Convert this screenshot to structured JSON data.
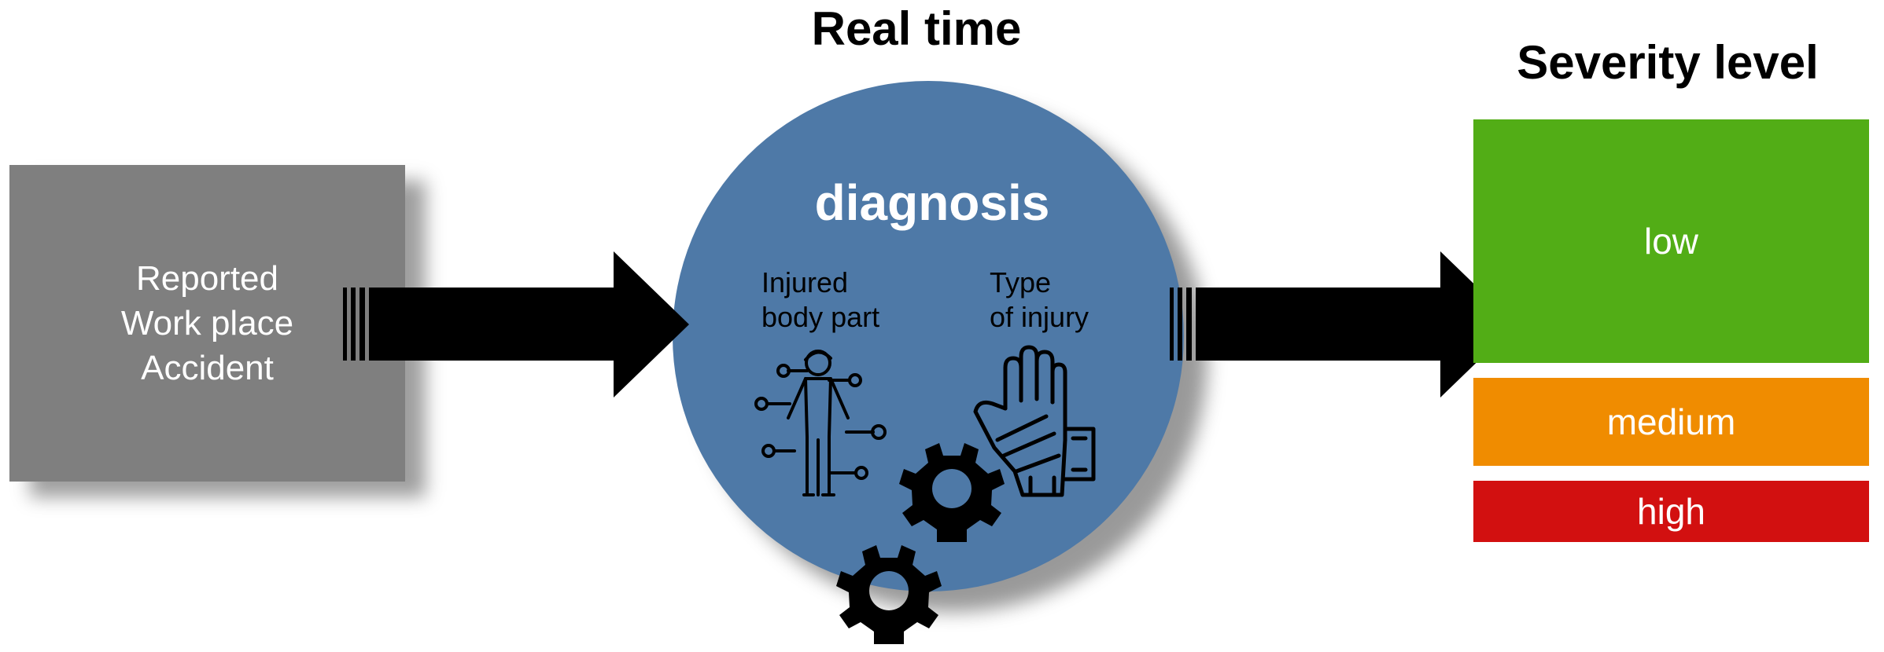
{
  "input": {
    "lines": [
      "Reported",
      "Work place",
      "Accident"
    ]
  },
  "process": {
    "title": "Real time",
    "center_label": "diagnosis",
    "sublabel_left": [
      "Injured",
      "body part"
    ],
    "sublabel_right": [
      "Type",
      "of injury"
    ]
  },
  "output": {
    "title": "Severity level",
    "levels": [
      {
        "label": "low",
        "color": "#52ad16"
      },
      {
        "label": "medium",
        "color": "#f08c00"
      },
      {
        "label": "high",
        "color": "#d21010"
      }
    ]
  },
  "icons": [
    "body-diagram-icon",
    "bandaged-hand-icon",
    "gear-icon",
    "gear-icon"
  ],
  "colors": {
    "input_box": "#7f7f7f",
    "circle": "#4e79a7",
    "arrow": "#000000"
  }
}
